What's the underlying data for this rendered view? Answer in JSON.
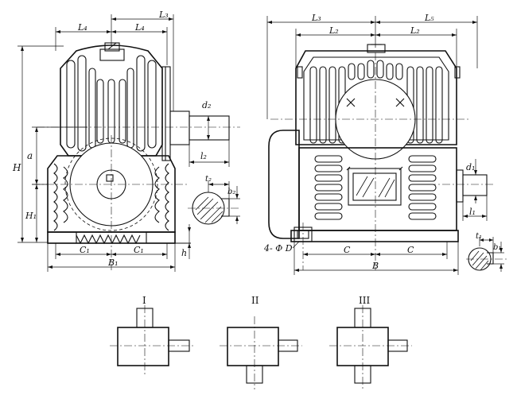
{
  "front_view": {
    "dims": {
      "L3": "L₃",
      "L4_left": "L₄",
      "L4_right": "L₄",
      "H": "H",
      "a": "a",
      "H1": "H₁",
      "d2": "d₂",
      "l2": "l₂",
      "t2": "t₂",
      "b2": "b₂",
      "C1_left": "C₁",
      "C1_right": "C₁",
      "B1": "B₁",
      "h": "h"
    }
  },
  "side_view": {
    "dims": {
      "L3": "L₃",
      "L5": "L₅",
      "L2_left": "L₂",
      "L2_right": "L₂",
      "d1": "d₁",
      "l1": "l₁",
      "t1": "t₁",
      "b1": "b₁",
      "holes": "4- Φ D",
      "C_left": "C",
      "C_right": "C",
      "B": "B"
    }
  },
  "arrangements": {
    "I": "I",
    "II": "II",
    "III": "III"
  }
}
